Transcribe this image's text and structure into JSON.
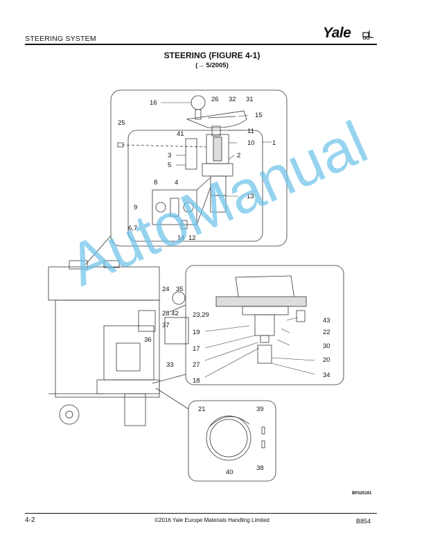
{
  "header": {
    "section_title": "STEERING SYSTEM",
    "brand": "Yale"
  },
  "figure": {
    "title": "STEERING (FIGURE 4-1)",
    "subtitle": "(→ 5/2005)",
    "reference_code": "BP220191",
    "callouts": {
      "c16": "16",
      "c26": "26",
      "c32": "32",
      "c31": "31",
      "c15": "15",
      "c25": "25",
      "c41": "41",
      "c11": "11",
      "c10": "10",
      "c1": "1",
      "c3": "3",
      "c2": "2",
      "c5": "5",
      "c8": "8",
      "c4": "4",
      "c13": "13",
      "c9": "9",
      "c67": "6,7",
      "c14": "14",
      "c12": "12",
      "c24": "24",
      "c35": "35",
      "c2842": "28 42",
      "c37": "37",
      "c36": "36",
      "c33": "33",
      "c2329": "23,29",
      "c43": "43",
      "c19": "19",
      "c22": "22",
      "c17": "17",
      "c30": "30",
      "c27": "27",
      "c20": "20",
      "c18": "18",
      "c34": "34",
      "c21": "21",
      "c39": "39",
      "c38": "38",
      "c40": "40"
    }
  },
  "watermark": "AutoManual",
  "footer": {
    "page_number": "4-2",
    "copyright": "©2016 Yale Europe Materials Handling Limited",
    "doc_code": "B854"
  }
}
